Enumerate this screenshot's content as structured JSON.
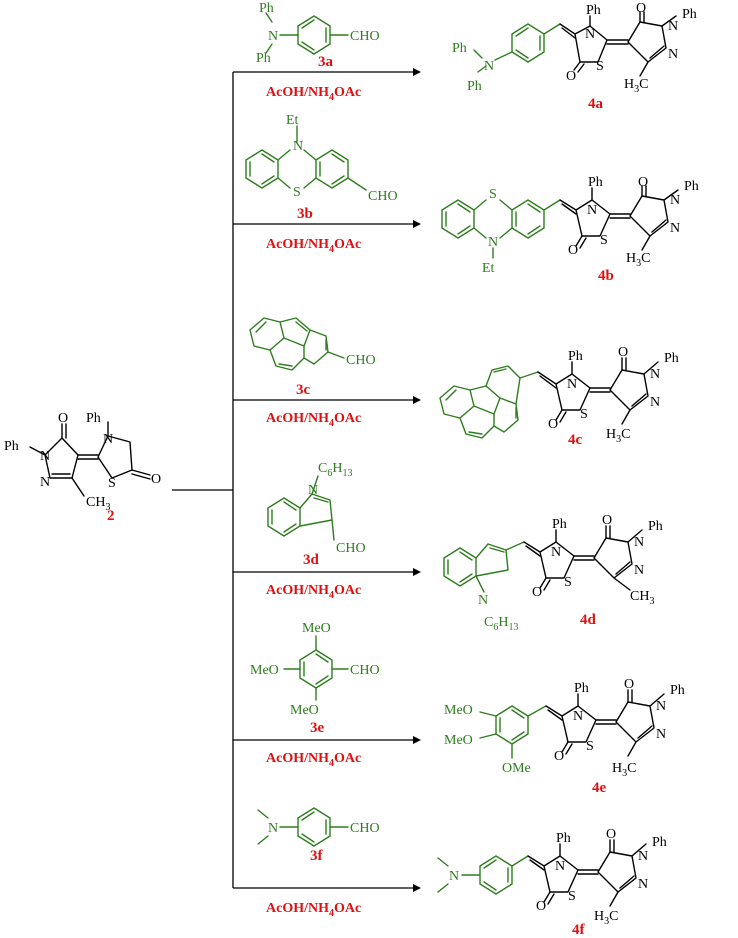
{
  "colors": {
    "reagent": "#2e7d1e",
    "label": "#e01010",
    "core": "#000000"
  },
  "start": {
    "label": "2",
    "atoms": {
      "ph1": "Ph",
      "n1": "N",
      "ph2": "Ph",
      "n2": "N",
      "n3": "N",
      "o1": "O",
      "s": "S",
      "o2": "O",
      "ch3": "CH",
      "ch3_sub": "3"
    }
  },
  "rows": [
    {
      "aldehyde_label": "3a",
      "product_label": "4a",
      "condition": "AcOH/NH",
      "condition_sub": "4",
      "condition_tail": "OAc",
      "cho": "CHO"
    },
    {
      "aldehyde_label": "3b",
      "product_label": "4b",
      "condition": "AcOH/NH",
      "condition_sub": "4",
      "condition_tail": "OAc",
      "cho": "CHO"
    },
    {
      "aldehyde_label": "3c",
      "product_label": "4c",
      "condition": "AcOH/NH",
      "condition_sub": "4",
      "condition_tail": "OAc",
      "cho": "CHO"
    },
    {
      "aldehyde_label": "3d",
      "product_label": "4d",
      "condition": "AcOH/NH",
      "condition_sub": "4",
      "condition_tail": "OAc",
      "cho": "CHO"
    },
    {
      "aldehyde_label": "3e",
      "product_label": "4e",
      "condition": "AcOH/NH",
      "condition_sub": "4",
      "condition_tail": "OAc",
      "cho": "CHO"
    },
    {
      "aldehyde_label": "3f",
      "product_label": "4f",
      "condition": "AcOH/NH",
      "condition_sub": "4",
      "condition_tail": "OAc",
      "cho": "CHO"
    }
  ],
  "atoms": {
    "ph": "Ph",
    "n": "N",
    "o": "O",
    "s": "S",
    "et": "Et",
    "ch": "CH",
    "three": "3",
    "c6": "C",
    "c6_sub1": "6",
    "h13": "H",
    "c6_sub2": "13",
    "meo": "MeO",
    "ome": "OMe",
    "h3c": "H",
    "h3c_sub": "3",
    "c": "C"
  }
}
